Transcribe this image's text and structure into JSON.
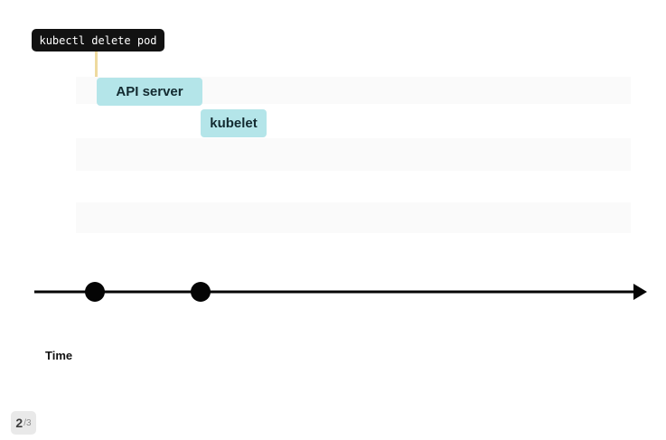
{
  "slide": {
    "tooltip": {
      "label": "kubectl delete pod"
    },
    "events": [
      {
        "name": "api-server",
        "label": "API server"
      },
      {
        "name": "kubelet",
        "label": "kubelet"
      }
    ],
    "timeline": {
      "axis_label": "Time",
      "dot_count": 2
    },
    "pagination": {
      "current": "2",
      "total": "/3"
    },
    "colors": {
      "tooltip-bg": "#121212",
      "tooltip-text": "#ffffff",
      "connector": "#eeda9f",
      "lane-bg": "#fafafa",
      "event-bg": "#b4e5e9",
      "event-text": "#132a30",
      "axis": "#050505",
      "badge-bg": "#e9e9e9",
      "badge-current": "#3d3d3d",
      "badge-total": "#8c8c8c"
    }
  }
}
